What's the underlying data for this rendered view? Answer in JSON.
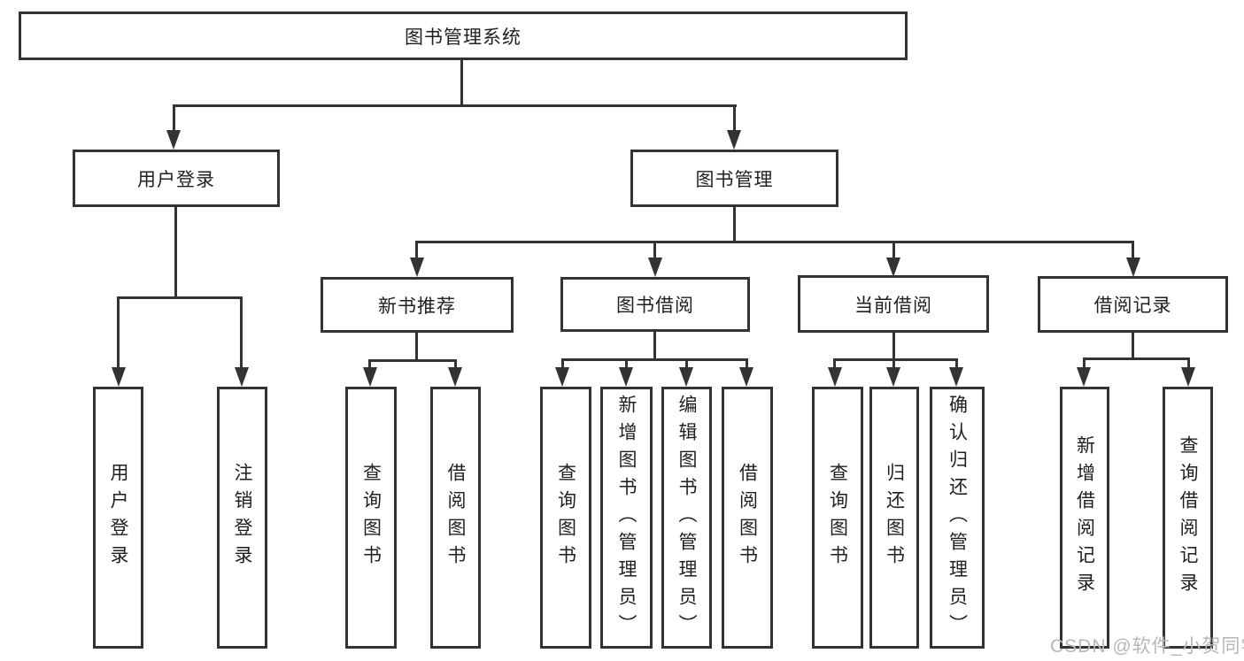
{
  "diagram": {
    "root": "图书管理系统",
    "level2": [
      "用户登录",
      "图书管理"
    ],
    "level3": [
      "新书推荐",
      "图书借阅",
      "当前借阅",
      "借阅记录"
    ],
    "leaves_user_login": [
      "用户登录",
      "注销登录"
    ],
    "leaves_new_book": [
      "查询图书",
      "借阅图书"
    ],
    "leaves_book_borrow": [
      "查询图书",
      "新增图书（管理员）",
      "编辑图书（管理员）",
      "借阅图书"
    ],
    "leaves_current": [
      "查询图书",
      "归还图书",
      "确认归还（管理员）"
    ],
    "leaves_records": [
      "新增借阅记录",
      "查询借阅记录"
    ]
  },
  "watermark": "CSDN @软件_小贺同学",
  "colors": {
    "line": "#333333",
    "text": "#1f1f1f",
    "watermark": "#b7b7b7",
    "background": "#ffffff"
  }
}
